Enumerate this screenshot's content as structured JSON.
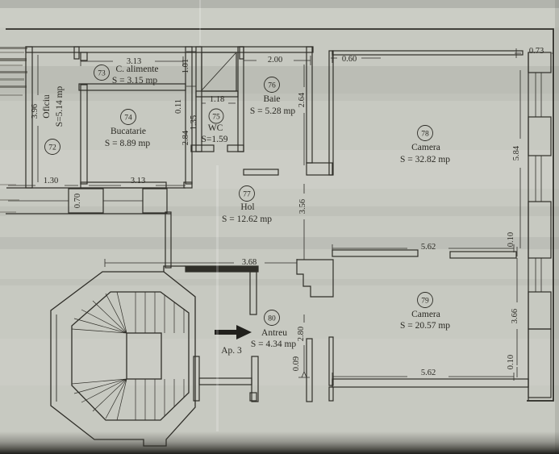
{
  "title": "Apartment floor plan scan",
  "entrance": {
    "label": "Ap. 3"
  },
  "colors": {
    "paper": "#c7c9c1",
    "ink": "#2f2e28",
    "shadow": "#1c1c19"
  },
  "rooms": [
    {
      "number": "72",
      "name": "Oficiu",
      "area": "S=5.14 mp"
    },
    {
      "number": "73",
      "name": "C. alimente",
      "area": "S = 3.15 mp"
    },
    {
      "number": "74",
      "name": "Bucatarie",
      "area": "S = 8.89 mp"
    },
    {
      "number": "75",
      "name": "WC",
      "area": "S=1.59"
    },
    {
      "number": "76",
      "name": "Baie",
      "area": "S = 5.28 mp"
    },
    {
      "number": "77",
      "name": "Hol",
      "area": "S = 12.62 mp"
    },
    {
      "number": "78",
      "name": "Camera",
      "area": "S = 32.82 mp"
    },
    {
      "number": "79",
      "name": "Camera",
      "area": "S = 20.57 mp"
    },
    {
      "number": "80",
      "name": "Antreu",
      "area": "S = 4.34 mp"
    }
  ],
  "dims": [
    {
      "v": "3.13"
    },
    {
      "v": "1.01"
    },
    {
      "v": "2.00"
    },
    {
      "v": "2.64"
    },
    {
      "v": "0.60"
    },
    {
      "v": "0.73"
    },
    {
      "v": "3.96"
    },
    {
      "v": "0.11"
    },
    {
      "v": "1.18"
    },
    {
      "v": "1.35"
    },
    {
      "v": "2.84"
    },
    {
      "v": "5.84"
    },
    {
      "v": "1.30"
    },
    {
      "v": "3.13"
    },
    {
      "v": "0.70"
    },
    {
      "v": "3.56"
    },
    {
      "v": "5.62"
    },
    {
      "v": "0.10"
    },
    {
      "v": "3.68"
    },
    {
      "v": "3.66"
    },
    {
      "v": "0.10"
    },
    {
      "v": "5.62"
    },
    {
      "v": "2.80"
    },
    {
      "v": "0.09"
    }
  ]
}
